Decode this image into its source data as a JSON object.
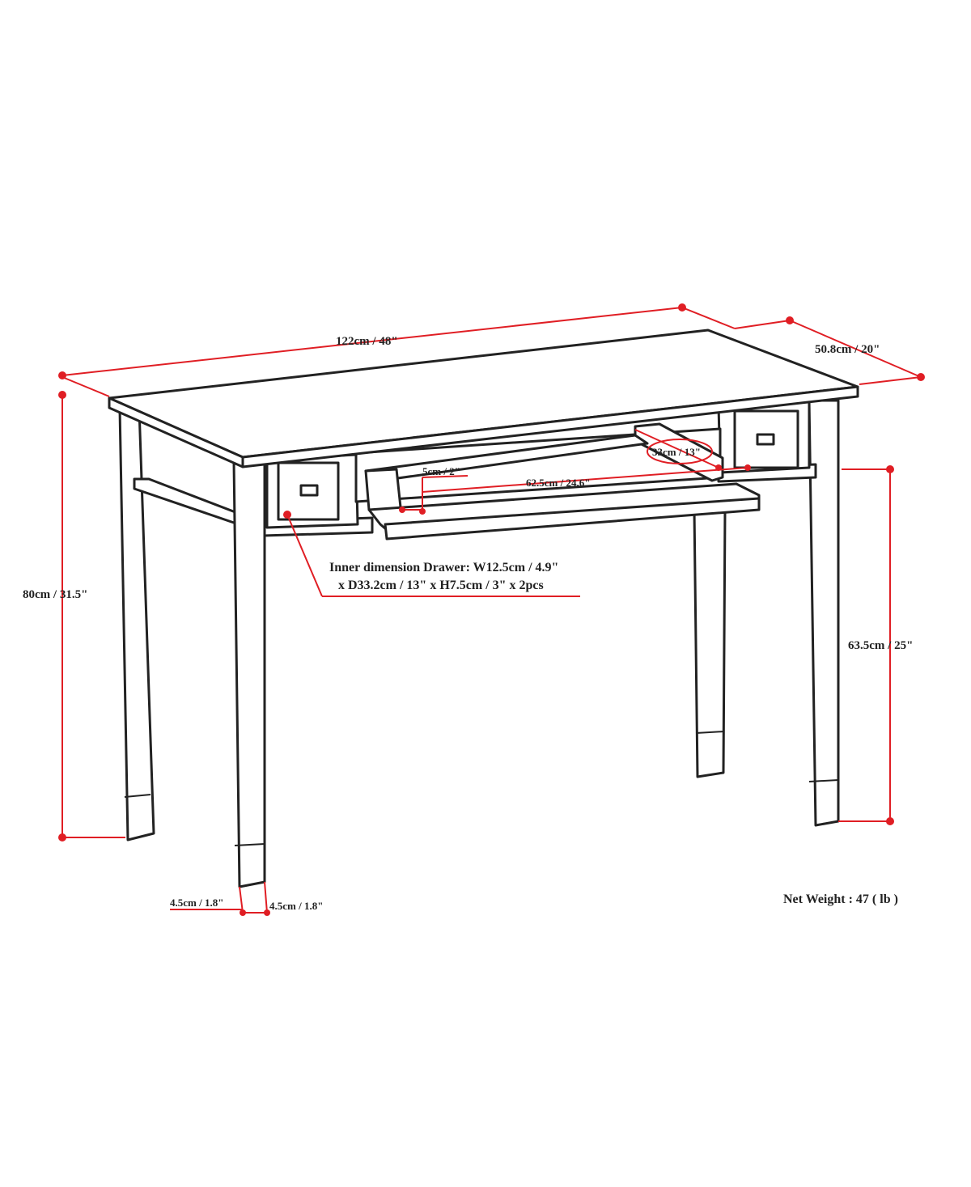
{
  "colors": {
    "dimension_line": "#e01e24",
    "outline": "#222222",
    "background": "#ffffff"
  },
  "dimensions": {
    "length": "122cm / 48\"",
    "depth": "50.8cm / 20\"",
    "total_height": "80cm / 31.5\"",
    "clearance_height": "63.5cm / 25\"",
    "keyboard_tray_width": "62.5cm / 24.6\"",
    "keyboard_tray_height": "5cm / 2\"",
    "keyboard_tray_depth": "33cm / 13\"",
    "leg_width": "4.5cm / 1.8\"",
    "leg_depth": "4.5cm / 1.8\""
  },
  "drawer_note": {
    "line1": "Inner dimension Drawer: W12.5cm / 4.9\"",
    "line2": "x D33.2cm / 13\" x H7.5cm / 3\" x 2pcs"
  },
  "net_weight": "Net Weight : 47 ( lb )"
}
